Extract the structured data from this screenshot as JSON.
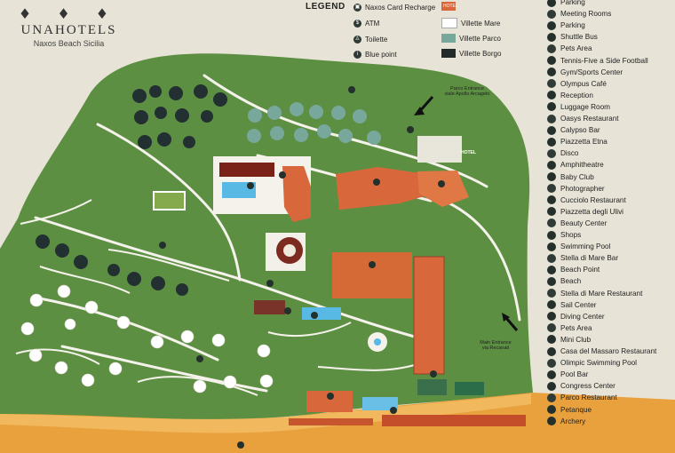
{
  "brand": {
    "name": "UNAHOTELS",
    "subtitle": "Naxos Beach Sicilia"
  },
  "legend": {
    "title": "LEGEND",
    "items": [
      {
        "label": "Naxos Card Recharge",
        "icon": "card-recharge-icon"
      },
      {
        "label": "ATM",
        "icon": "atm-icon"
      },
      {
        "label": "Toilette",
        "icon": "toilet-icon"
      },
      {
        "label": "Blue point",
        "icon": "info-icon"
      }
    ],
    "areas": [
      {
        "label": "HOTEL",
        "color": "#d8683b"
      },
      {
        "label": "Villette Mare",
        "color": "#ffffff"
      },
      {
        "label": "Villette Parco",
        "color": "#78a89c"
      },
      {
        "label": "Villette Borgo",
        "color": "#222a2a"
      }
    ]
  },
  "services": [
    "Parking",
    "Meeting Rooms",
    "Parking",
    "Shuttle Bus",
    "Pets Area",
    "Tennis-Five a Side Football",
    "Gym/Sports Center",
    "Olympus Café",
    "Reception",
    "Luggage Room",
    "Oasys Restaurant",
    "Calypso Bar",
    "Piazzetta Etna",
    "Disco",
    "Amphitheatre",
    "Baby Club",
    "Photographer",
    "Cucciolo Restaurant",
    "Piazzetta degli Ulivi",
    "Beauty Center",
    "Shops",
    "Swimming Pool",
    "Stella di Mare Bar",
    "Beach Point",
    "Beach",
    "Stella di Mare Restaurant",
    "Sail Center",
    "Diving Center",
    "Pets Area",
    "Mini Club",
    "Casa del Massaro Restaurant",
    "Olimpic Swimming Pool",
    "Pool Bar",
    "Congress Center",
    "Parco Restaurant",
    "Petanque",
    "Archery"
  ],
  "map": {
    "parco_entrance": "Parco Entrance\nviale Apollo Arcageto",
    "main_entrance": "Main Entrance\nvia Recanati",
    "hotel_label": "HOTEL",
    "colors": {
      "grass": "#5d8f43",
      "path": "#f3f1e8",
      "hotel": "#d8683b",
      "parco": "#78a89c",
      "borgo": "#222a2a",
      "beach": "#e7a13c",
      "water": "#50b6df"
    }
  }
}
